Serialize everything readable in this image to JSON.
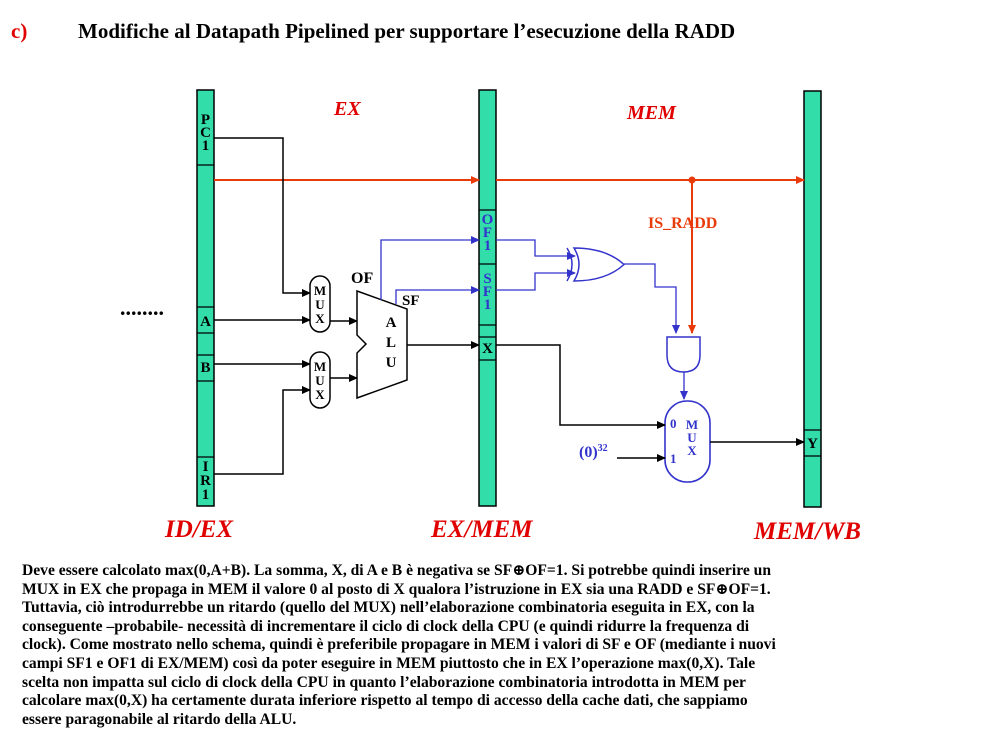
{
  "header": {
    "label": "c)",
    "title": "Modifiche al Datapath Pipelined per supportare l’esecuzione della RADD"
  },
  "diagram": {
    "stages": {
      "ex": "EX",
      "mem": "MEM"
    },
    "registers": {
      "id_ex": "ID/EX",
      "ex_mem": "EX/MEM",
      "mem_wb": "MEM/WB"
    },
    "id_ex_fields": {
      "pc1": "PC1",
      "a": "A",
      "b": "B",
      "ir1": "IR1"
    },
    "ex_mem_fields": {
      "of1": "OF1",
      "sf1": "SF1",
      "x": "X"
    },
    "mem_wb_fields": {
      "y": "Y"
    },
    "dots": "........",
    "mux_label": "MUX",
    "alu_label": "ALU",
    "flags": {
      "of": "OF",
      "sf": "SF"
    },
    "signal": "IS_RADD",
    "mux_inputs": {
      "in0": "0",
      "in1": "1"
    },
    "constant_base": "(0)",
    "constant_exp": "32",
    "colors": {
      "register_fill": "#33ddaa",
      "control": "#e83a0a",
      "flag_path": "#3333cc",
      "stage_label": "#e00000"
    }
  },
  "explanation": [
    "Deve essere calcolato max(0,A+B). La somma, X, di A e B è negativa se SF⊕OF=1. Si potrebbe quindi inserire un",
    "MUX in EX che propaga in MEM il valore 0 al posto di X qualora l’istruzione in EX sia una RADD e SF⊕OF=1.",
    "Tuttavia, ciò introdurrebbe un ritardo (quello del MUX) nell’elaborazione combinatoria eseguita in EX, con la",
    "conseguente –probabile- necessità di incrementare il ciclo di clock della CPU (e quindi ridurre la frequenza di",
    "clock).  Come mostrato nello schema, quindi è preferibile propagare in MEM i valori di SF e OF (mediante i nuovi",
    "campi SF1 e OF1 di EX/MEM) così da poter eseguire in MEM piuttosto che in EX l’operazione max(0,X). Tale",
    "scelta non impatta sul ciclo di clock della CPU in quanto  l’elaborazione combinatoria introdotta in MEM per",
    "calcolare max(0,X) ha certamente  durata inferiore rispetto al tempo di accesso della cache dati, che sappiamo",
    "essere paragonabile al ritardo della ALU."
  ]
}
